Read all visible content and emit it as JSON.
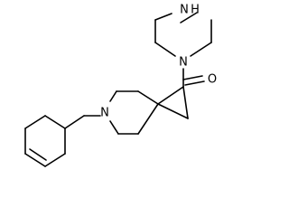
{
  "molecule": {
    "atoms": {
      "nh": "N",
      "h": "H",
      "n_piperazine": "N",
      "o": "O",
      "n_spiro": "N"
    }
  }
}
